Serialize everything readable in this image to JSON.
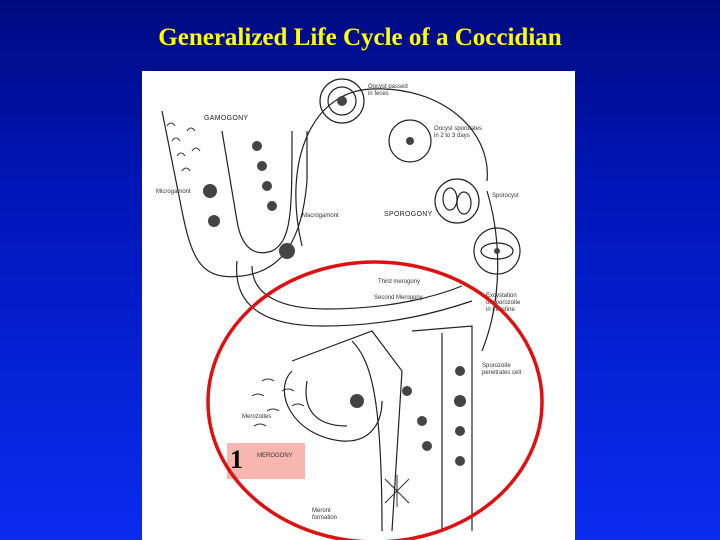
{
  "slide": {
    "title": "Generalized Life Cycle of a Coccidian"
  },
  "figure": {
    "labels": {
      "oocyst_passed": "Oocyst passed\nin feces",
      "oocyst_sporulates": "Oocyst sporulates\nin 2 to 3 days",
      "sporocyst": "Sporocyst",
      "sporogony": "SPOROGONY",
      "gamogony": "GAMOGONY",
      "microgamont": "Microgamont",
      "macrogamont": "Macrogamont",
      "third_merogony": "Third merogony",
      "second_merogony": "Second Merogony",
      "excystation": "Excystation\nof sporozoite\nin intestine",
      "sporozoite_penetrates": "Sporozoite\npenetrates cell",
      "merozoites": "Merozoites",
      "meront_formation": "Meront\nformation"
    },
    "stage_marker": {
      "number": "1",
      "name": "MEROGONY"
    }
  },
  "colors": {
    "title": "#ffff00",
    "highlight_circle": "#e01010",
    "stage_box": "#f7b7b0"
  }
}
